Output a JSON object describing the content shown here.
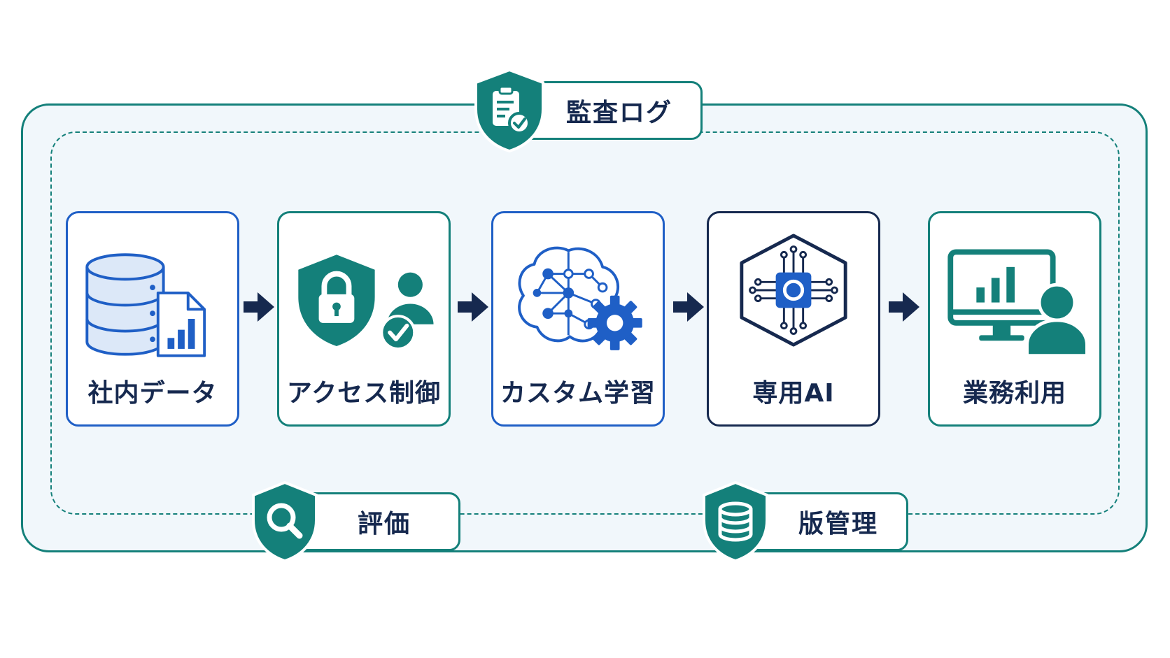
{
  "colors": {
    "teal": "#14807a",
    "blue": "#1f5fc6",
    "navy": "#16294f",
    "frame_bg": "#f1f7fb",
    "light_blue": "#dce8f8"
  },
  "top_badge": {
    "label": "監査ログ",
    "icon": "clipboard-check-icon"
  },
  "bottom_badges": [
    {
      "label": "評価",
      "icon": "magnifier-icon"
    },
    {
      "label": "版管理",
      "icon": "database-icon"
    }
  ],
  "steps": [
    {
      "label": "社内データ",
      "icon": "database-document-chart-icon",
      "border": "#1f5fc6"
    },
    {
      "label": "アクセス制御",
      "icon": "shield-lock-user-check-icon",
      "border": "#14807a"
    },
    {
      "label": "カスタム学習",
      "icon": "brain-network-gear-icon",
      "border": "#1f5fc6"
    },
    {
      "label": "専用AI",
      "icon": "hexagon-chip-icon",
      "border": "#16294f"
    },
    {
      "label": "業務利用",
      "icon": "monitor-chart-user-icon",
      "border": "#14807a"
    }
  ]
}
